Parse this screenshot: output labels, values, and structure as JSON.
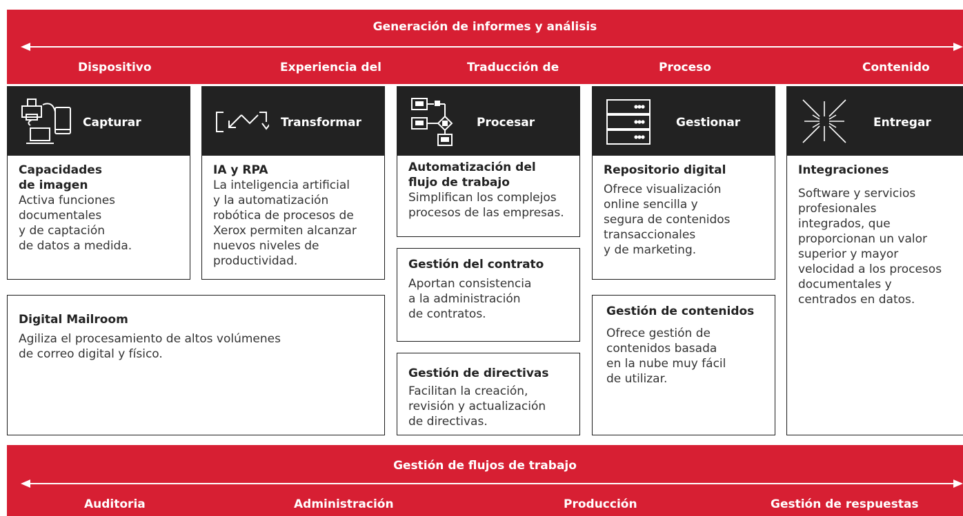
{
  "top_band": {
    "title": "Generación de informes y análisis",
    "labels": [
      "Dispositivo",
      "Experiencia del",
      "Traducción de",
      "Proceso",
      "Contenido"
    ]
  },
  "columns": [
    {
      "label": "Capturar",
      "icon": "devices-icon"
    },
    {
      "label": "Transformar",
      "icon": "transform-arrows-icon"
    },
    {
      "label": "Procesar",
      "icon": "workflow-icon"
    },
    {
      "label": "Gestionar",
      "icon": "server-icon"
    },
    {
      "label": "Entregar",
      "icon": "burst-icon"
    }
  ],
  "boxes": {
    "capacidades": {
      "title": [
        "Capacidades",
        "de imagen"
      ],
      "body": [
        "Activa funciones",
        "documentales",
        "y de captación",
        "de datos a medida."
      ]
    },
    "ia_rpa": {
      "title": [
        "IA y RPA"
      ],
      "body": [
        "La inteligencia artificial",
        "y la automatización",
        "robótica de procesos de",
        "Xerox permiten alcanzar",
        "nuevos niveles de",
        "productividad."
      ]
    },
    "automatizacion": {
      "title": [
        "Automatización del",
        "flujo de trabajo"
      ],
      "body": [
        "Simplifican los complejos",
        "procesos de las empresas."
      ]
    },
    "repositorio": {
      "title": [
        "Repositorio digital"
      ],
      "body": [
        "Ofrece visualización",
        "online sencilla y",
        "segura de contenidos",
        "transaccionales",
        "y de marketing."
      ]
    },
    "integraciones": {
      "title": [
        "Integraciones"
      ],
      "body": [
        "Software y servicios",
        "profesionales",
        "integrados, que",
        "proporcionan un valor",
        "superior y mayor",
        "velocidad a los procesos",
        "documentales y",
        "centrados en datos."
      ]
    },
    "mailroom": {
      "title": [
        "Digital Mailroom"
      ],
      "body": [
        "Agiliza el procesamiento de altos volúmenes",
        "de correo digital y físico."
      ]
    },
    "contrato": {
      "title": [
        "Gestión del contrato"
      ],
      "body": [
        "Aportan consistencia",
        "a la administración",
        "de contratos."
      ]
    },
    "contenidos": {
      "title": [
        "Gestión de contenidos"
      ],
      "body": [
        "Ofrece gestión de",
        "contenidos basada",
        "en la nube muy fácil",
        "de utilizar."
      ]
    },
    "directivas": {
      "title": [
        "Gestión de directivas"
      ],
      "body": [
        "Facilitan la creación,",
        "revisión y actualización",
        "de directivas."
      ]
    }
  },
  "bottom_band": {
    "title": "Gestión de flujos de trabajo",
    "labels": [
      "Auditoria",
      "Administración",
      "Producción",
      "Gestión de respuestas"
    ]
  },
  "colors": {
    "accent_red": "#d71f33",
    "dark_header": "#222222"
  }
}
